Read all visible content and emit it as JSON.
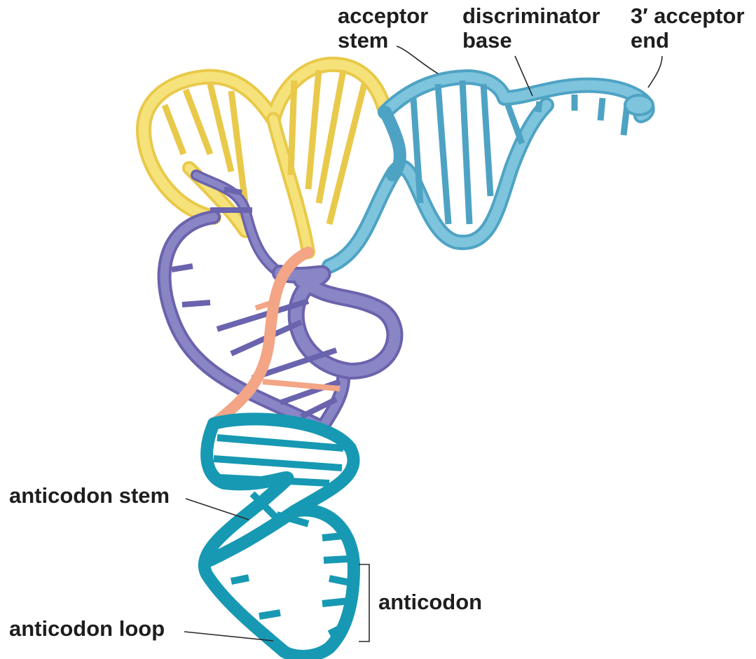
{
  "labels": {
    "acceptor_stem_line1": "acceptor",
    "acceptor_stem_line2": "stem",
    "discriminator_line1": "discriminator",
    "discriminator_line2": "base",
    "acceptor_end_line1": "3′ acceptor",
    "acceptor_end_line2": "end",
    "anticodon_stem": "anticodon stem",
    "anticodon": "anticodon",
    "anticodon_loop": "anticodon loop"
  },
  "colors": {
    "yellow_arm": "#f6e27a",
    "yellow_arm_edge": "#e9c94a",
    "acceptor_blue": "#7ec4dc",
    "acceptor_blue_edge": "#4ea3c4",
    "purple_arm": "#8a86c6",
    "purple_arm_edge": "#6a63ad",
    "salmon_linker": "#f3a585",
    "teal_anticodon": "#1799b3",
    "label_text": "#1e1e1e"
  }
}
